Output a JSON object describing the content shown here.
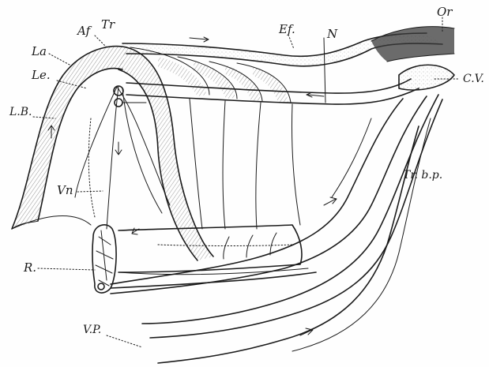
{
  "labels": {
    "af": "Af",
    "tr": "Tr",
    "ef": "Ef.",
    "n": "N",
    "or": "Or",
    "la": "La",
    "le": "Le.",
    "lb": "L.B.",
    "cv": "C.V.",
    "vn": "Vn",
    "trbp": "Tr. b.p.",
    "r": "R.",
    "vp": "V.P."
  },
  "colors": {
    "ink": "#1b1b1b",
    "paper": "#fefefe"
  }
}
